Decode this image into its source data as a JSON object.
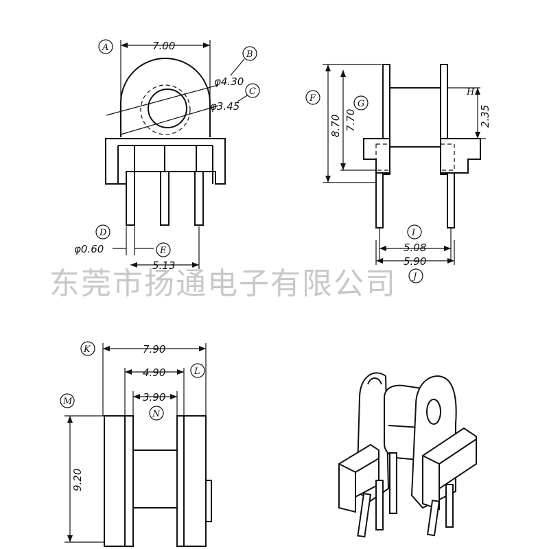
{
  "watermark": "东莞市扬通电子有限公司",
  "front_view": {
    "dims": {
      "width": "7.00",
      "outer_dia": "φ4.30",
      "inner_dia": "φ3.45",
      "pin_dia": "φ0.60",
      "pin_pitch": "5.13"
    },
    "labels": {
      "a": "A",
      "b": "B",
      "c": "C",
      "d": "D",
      "e": "E"
    }
  },
  "side_view": {
    "dims": {
      "total_height": "8.70",
      "flange_height": "7.70",
      "base_height": "2.35",
      "inner_span": "5.08",
      "outer_span": "5.90"
    },
    "labels": {
      "f": "F",
      "g": "G",
      "h": "H",
      "i": "I",
      "j": "J"
    }
  },
  "top_view": {
    "dims": {
      "overall_width": "7.90",
      "mid_width": "4.90",
      "core_width": "3.90",
      "length": "9.20"
    },
    "labels": {
      "k": "K",
      "l": "L",
      "m": "M",
      "n": "N"
    }
  },
  "colors": {
    "line": "#111111",
    "watermark": "#c8c8c8",
    "background": "#ffffff"
  }
}
